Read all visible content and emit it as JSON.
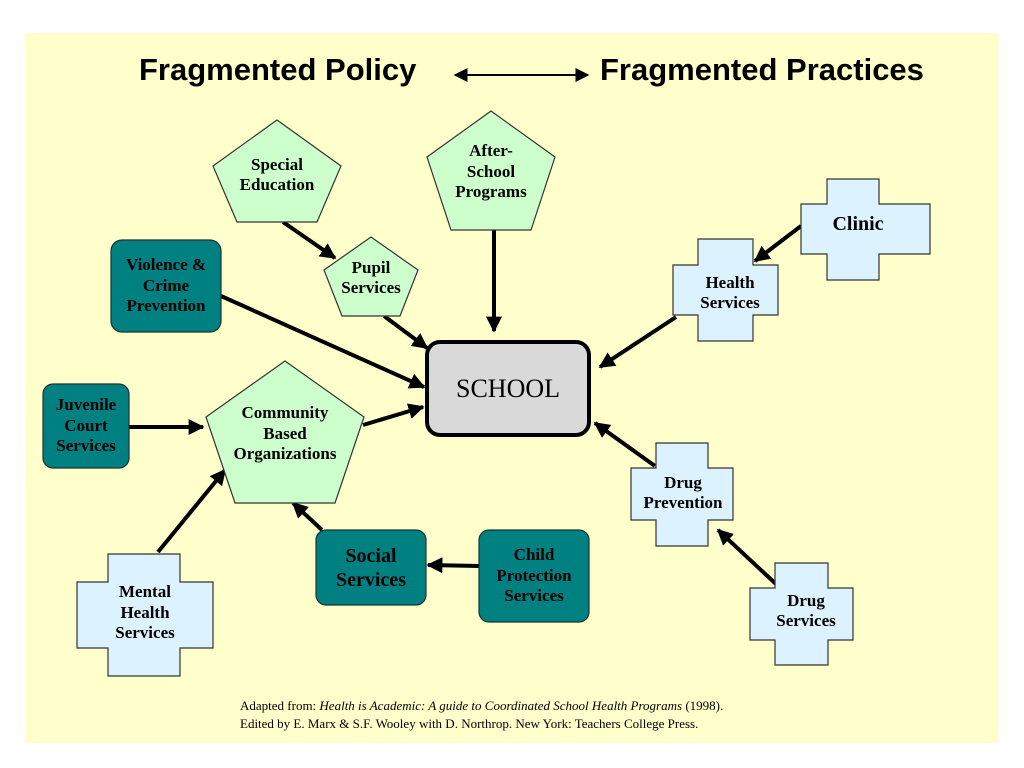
{
  "header": {
    "left_title": "Fragmented Policy",
    "right_title": "Fragmented Practices"
  },
  "nodes": {
    "school": "SCHOOL",
    "special_education": "Special\nEducation",
    "after_school": "After-\nSchool\nPrograms",
    "pupil_services": "Pupil\nServices",
    "violence_crime": "Violence &\nCrime\nPrevention",
    "juvenile_court": "Juvenile\nCourt\nServices",
    "community_orgs": "Community\nBased\nOrganizations",
    "mental_health": "Mental\nHealth\nServices",
    "social_services": "Social\nServices",
    "child_protection": "Child\nProtection\nServices",
    "clinic": "Clinic",
    "health_services": "Health\nServices",
    "drug_prevention": "Drug\nPrevention",
    "drug_services": "Drug\nServices"
  },
  "colors": {
    "background": "#ffffcc",
    "pentagon_fill": "#ccffcc",
    "teal_fill": "#008080",
    "cross_fill": "#ddf2ff",
    "school_fill": "#d9d9d9"
  },
  "credit": {
    "line1_prefix": "Adapted from:  ",
    "line1_title": "Health is Academic:  A guide to Coordinated School Health Programs",
    "line1_suffix": " (1998).",
    "line2": "Edited by E. Marx & S.F. Wooley with D. Northrop. New York:  Teachers College Press."
  }
}
